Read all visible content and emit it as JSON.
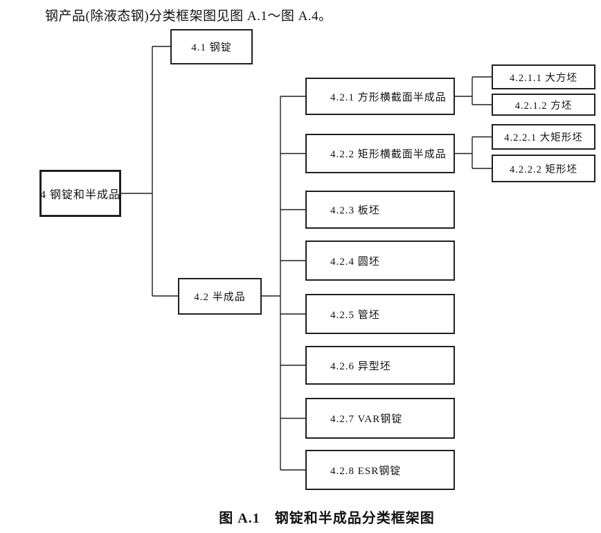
{
  "page": {
    "intro_text": "钢产品(除液态钢)分类框架图见图 A.1～图 A.4。",
    "caption": "图 A.1　钢锭和半成品分类框架图"
  },
  "diagram": {
    "type": "classification-tree",
    "line_color": "#1f1f1f",
    "nodes": {
      "n4": {
        "label": "4 钢锭和半成品"
      },
      "n4_1": {
        "label": "4.1 钢锭"
      },
      "n4_2": {
        "label": "4.2 半成品"
      },
      "n4_2_1": {
        "label": "4.2.1 方形横截面半成品"
      },
      "n4_2_2": {
        "label": "4.2.2 矩形横截面半成品"
      },
      "n4_2_3": {
        "label": "4.2.3 板坯"
      },
      "n4_2_4": {
        "label": "4.2.4 圆坯"
      },
      "n4_2_5": {
        "label": "4.2.5 管坯"
      },
      "n4_2_6": {
        "label": "4.2.6 异型坯"
      },
      "n4_2_7": {
        "label": "4.2.7 VAR钢锭"
      },
      "n4_2_8": {
        "label": "4.2.8 ESR钢锭"
      },
      "n4_2_1_1": {
        "label": "4.2.1.1 大方坯"
      },
      "n4_2_1_2": {
        "label": "4.2.1.2 方坯"
      },
      "n4_2_2_1": {
        "label": "4.2.2.1 大矩形坯"
      },
      "n4_2_2_2": {
        "label": "4.2.2.2 矩形坯"
      }
    },
    "hierarchy": {
      "4": {
        "4.1": {},
        "4.2": {
          "4.2.1": {
            "children": [
              "4.2.1.1",
              "4.2.1.2"
            ]
          },
          "4.2.2": {
            "children": [
              "4.2.2.1",
              "4.2.2.2"
            ]
          },
          "4.2.3": {},
          "4.2.4": {},
          "4.2.5": {},
          "4.2.6": {},
          "4.2.7": {},
          "4.2.8": {}
        }
      }
    }
  }
}
